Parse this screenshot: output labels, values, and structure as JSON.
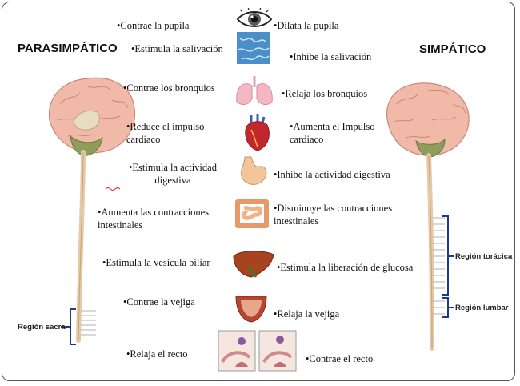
{
  "titles": {
    "left": "PARASIMPÁTICO",
    "right": "SIMPÁTICO"
  },
  "parasympathetic": [
    "•Contrae  la pupila",
    "•Estimula la salivación",
    "•Contrae los bronquios",
    "•Reduce el impulso cardiaco",
    "•Estimula la actividad digestiva",
    "•Aumenta  las contracciones intestinales",
    "•Estimula la vesícula biliar",
    "•Contrae la vejiga",
    "•Relaja el recto"
  ],
  "sympathetic": [
    "•Dilata la pupila",
    "•Inhibe la salivación",
    "•Relaja los bronquios",
    "•Aumenta el Impulso cardiaco",
    "•Inhibe la actividad digestiva",
    "•Disminuye las contracciones intestinales",
    "•Estimula la liberación de glucosa",
    "•Relaja la vejiga",
    "•Contrae el recto"
  ],
  "regions": {
    "sacral": "Región sacra",
    "thoracic": "Región torácica",
    "lumbar": "Región lumbar"
  },
  "organ_icons": [
    "eye-icon",
    "salivary-icon",
    "lungs-icon",
    "heart-icon",
    "stomach-icon",
    "intestine-icon",
    "liver-icon",
    "bladder-icon",
    "rectum-icon"
  ]
}
